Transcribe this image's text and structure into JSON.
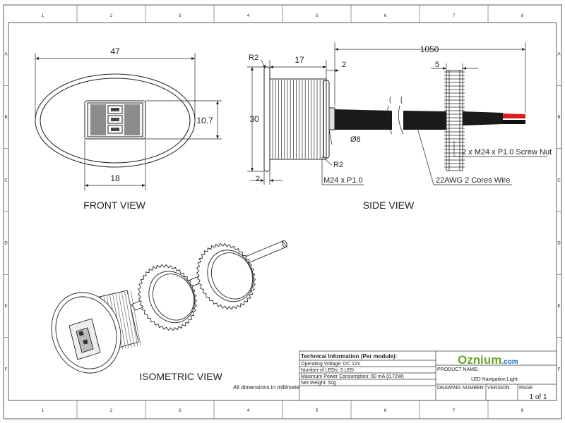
{
  "border": {
    "columns": [
      "1",
      "2",
      "3",
      "4",
      "5",
      "6",
      "7",
      "8"
    ],
    "rows": [
      "A",
      "B",
      "C",
      "D",
      "E",
      "F"
    ]
  },
  "front_view": {
    "title": "FRONT VIEW",
    "dim_width": "47",
    "dim_led_width": "18",
    "dim_height": "10.7"
  },
  "side_view": {
    "title": "SIDE VIEW",
    "dim_r2_top": "R2",
    "dim_thread_length": "17",
    "dim_flange_offset": "2",
    "dim_total_length": "1050",
    "dim_nut_thickness": "5",
    "dim_height": "30",
    "dim_wire_diameter": "Ø8",
    "dim_r2_bottom": "R2",
    "dim_flange": "2",
    "label_thread": "M24 x P1.0",
    "label_wire": "22AWG 2 Cores Wire",
    "label_nut": "2 x M24 x P1.0 Screw Nut"
  },
  "isometric_view": {
    "title": "ISOMETRIC VIEW"
  },
  "note": "All dimensions in millimeters",
  "title_block": {
    "tech_title": "Technical Information (Per module):",
    "specs": [
      "Operating Voltage: DC 12V",
      "Number of LEDs: 3 LED",
      "Maximum Power Consumption: 60 mA (0.72W)",
      "Net Weight: 50g"
    ],
    "logo_main": "Oznium",
    "logo_suffix": ".com",
    "product_name_label": "PRODUCT NAME:",
    "product_name": "LED Navigation Light",
    "drawing_number_label": "DRAWING NUMBER:",
    "version_label": "VERSION:",
    "page_label": "PAGE:",
    "page_value": "1 of 1"
  },
  "colors": {
    "line": "#222222",
    "wire_black": "#111111",
    "wire_red": "#d81e1e",
    "logo_blue": "#1b6fb5",
    "logo_green": "#6aa42b"
  }
}
